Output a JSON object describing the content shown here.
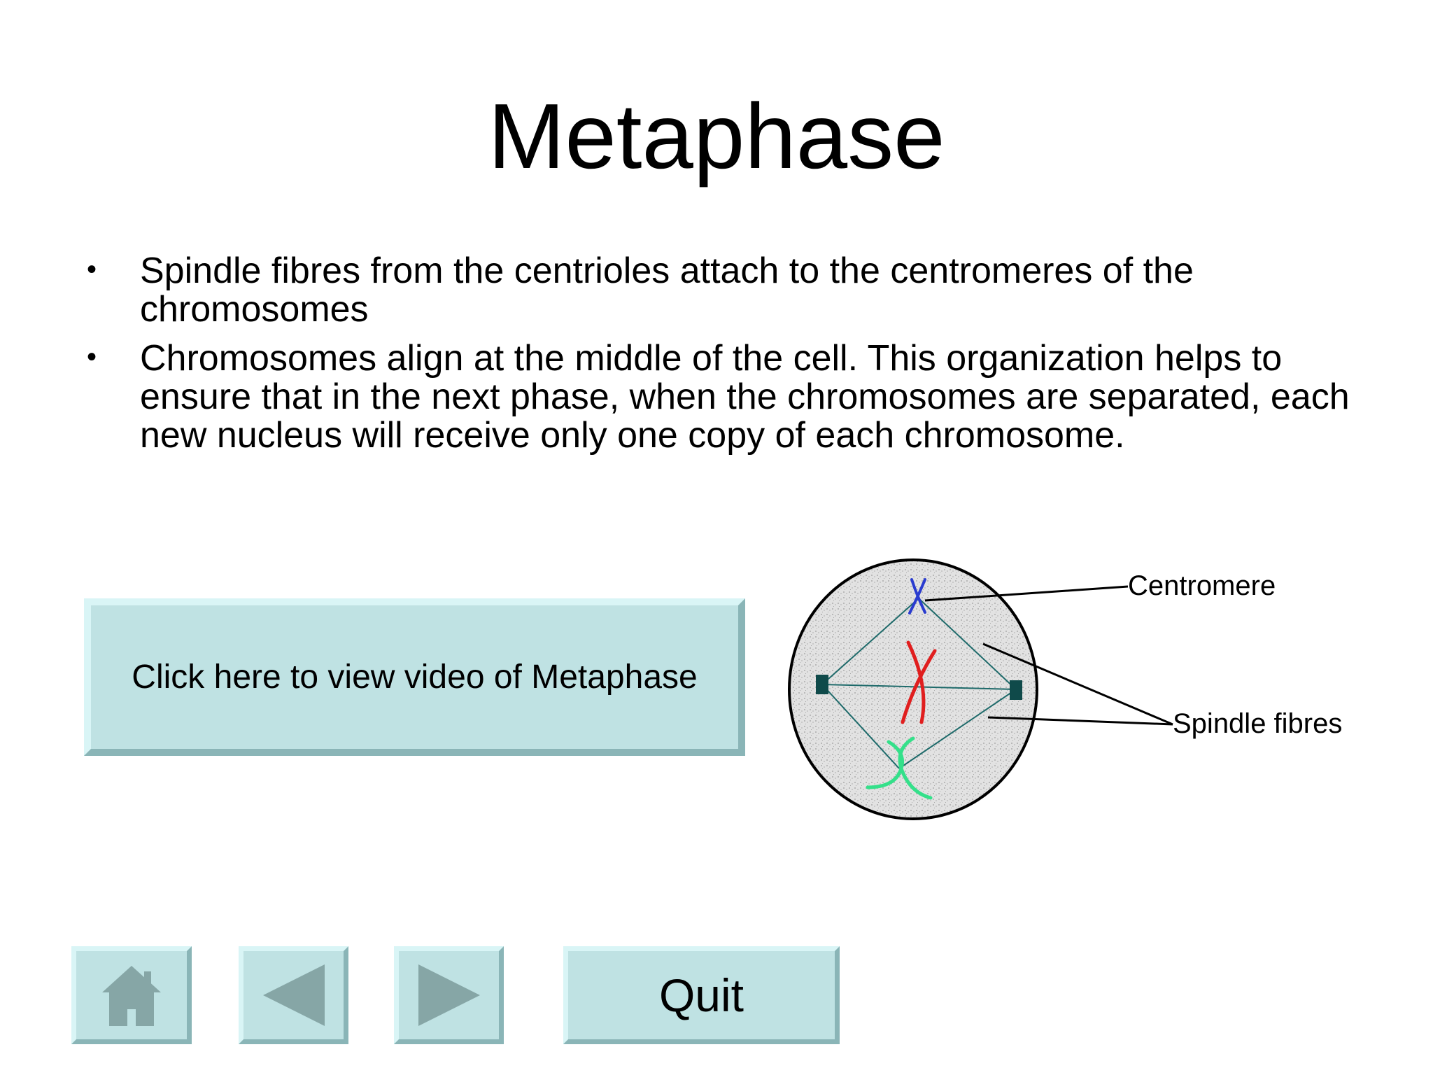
{
  "slide": {
    "title": "Metaphase",
    "bullets": [
      "Spindle fibres from the centrioles attach to the centromeres of the chromosomes",
      "Chromosomes align at the middle of the cell. This organization helps to ensure that in the next phase, when the chromosomes are separated, each new nucleus will receive only one copy of each chromosome."
    ],
    "bullet_glyph": "•"
  },
  "video_button": {
    "label": "Click here to view video of Metaphase"
  },
  "diagram": {
    "labels": {
      "centromere": "Centromere",
      "spindle": "Spindle fibres"
    },
    "colors": {
      "cell_fill": "#d8d8d8",
      "chromosome_top": "#2a3ccf",
      "chromosome_middle": "#e01e1e",
      "chromosome_bottom": "#34e08a",
      "centriole": "#0f4a4a",
      "spindle": "#1e6a6a"
    }
  },
  "nav": {
    "home_icon": "home-icon",
    "back_icon": "back-arrow-icon",
    "forward_icon": "forward-arrow-icon",
    "quit_label": "Quit"
  },
  "theme": {
    "button_face": "#bfe2e3",
    "icon_color": "#86a6a6"
  }
}
